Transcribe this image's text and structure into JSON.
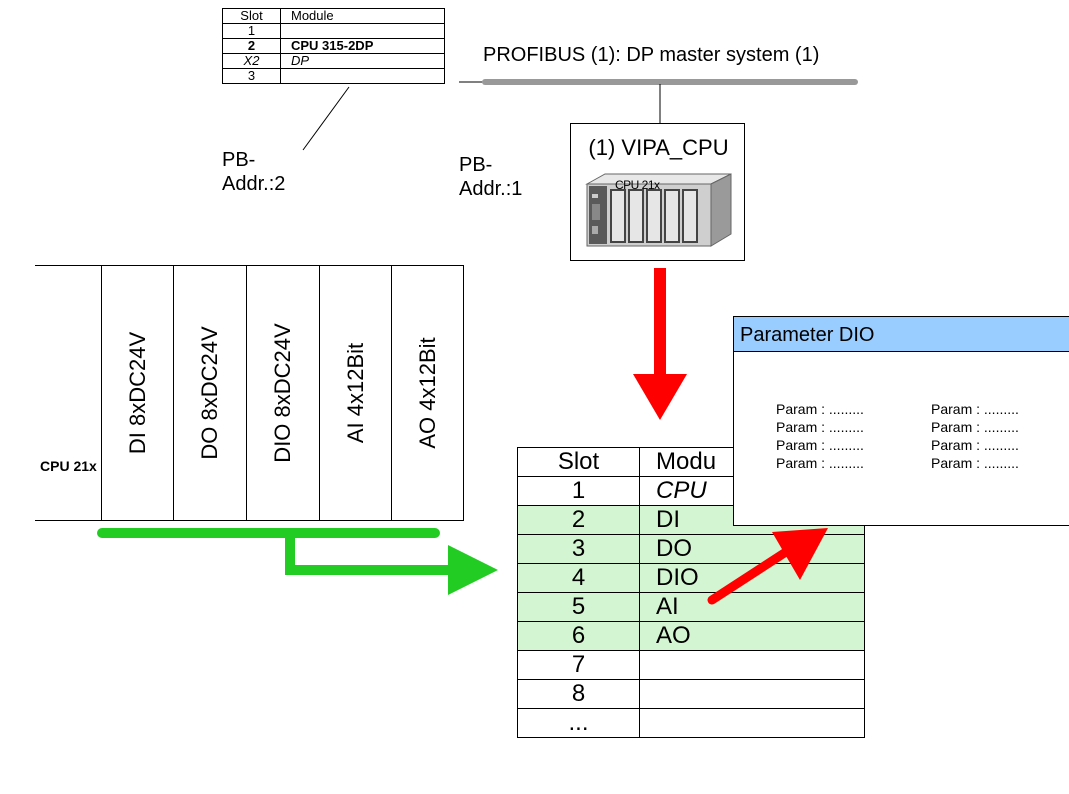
{
  "hw_table": {
    "header": [
      "Slot",
      "Module"
    ],
    "rows": [
      {
        "slot": "1",
        "module": "",
        "style": ""
      },
      {
        "slot": "2",
        "module": "CPU 315-2DP",
        "style": "bold"
      },
      {
        "slot": "X2",
        "module": "DP",
        "style": "italic"
      },
      {
        "slot": "3",
        "module": "",
        "style": ""
      }
    ]
  },
  "labels": {
    "pb_addr_2_line1": "PB-",
    "pb_addr_2_line2": "Addr.:2",
    "pb_addr_1_line1": "PB-",
    "pb_addr_1_line2": "Addr.:1",
    "profibus": "PROFIBUS (1): DP master system (1)"
  },
  "cpu_module": {
    "title": "(1) VIPA_CPU",
    "device_label": "CPU 21x"
  },
  "rack": {
    "cpu_label": "CPU 21x",
    "modules": [
      "DI 8xDC24V",
      "DO 8xDC24V",
      "DIO 8xDC24V",
      "AI 4x12Bit",
      "AO 4x12Bit"
    ]
  },
  "slot_table": {
    "header": [
      "Slot",
      "Modu"
    ],
    "rows": [
      {
        "slot": "1",
        "module": "CPU",
        "style": "italic"
      },
      {
        "slot": "2",
        "module": "DI",
        "style": "hl"
      },
      {
        "slot": "3",
        "module": "DO",
        "style": "hl"
      },
      {
        "slot": "4",
        "module": "DIO",
        "style": "hl"
      },
      {
        "slot": "5",
        "module": "AI",
        "style": "hl"
      },
      {
        "slot": "6",
        "module": "AO",
        "style": "hl"
      },
      {
        "slot": "7",
        "module": "",
        "style": ""
      },
      {
        "slot": "8",
        "module": "",
        "style": ""
      },
      {
        "slot": "...",
        "module": "",
        "style": ""
      }
    ]
  },
  "param_dialog": {
    "title": "Parameter DIO",
    "line_text": "Param : .........",
    "lines": [
      "Param : .........",
      "Param : .........",
      "Param : .........",
      "Param : .........",
      "Param : .........",
      "Param : .........",
      "Param : .........",
      "Param : ........."
    ]
  },
  "colors": {
    "highlight_green": "#d3f5d1",
    "dialog_header": "#99ccff",
    "arrow_red": "#ff0000",
    "arrow_green": "#22cc22",
    "bus_gray": "#999999"
  }
}
